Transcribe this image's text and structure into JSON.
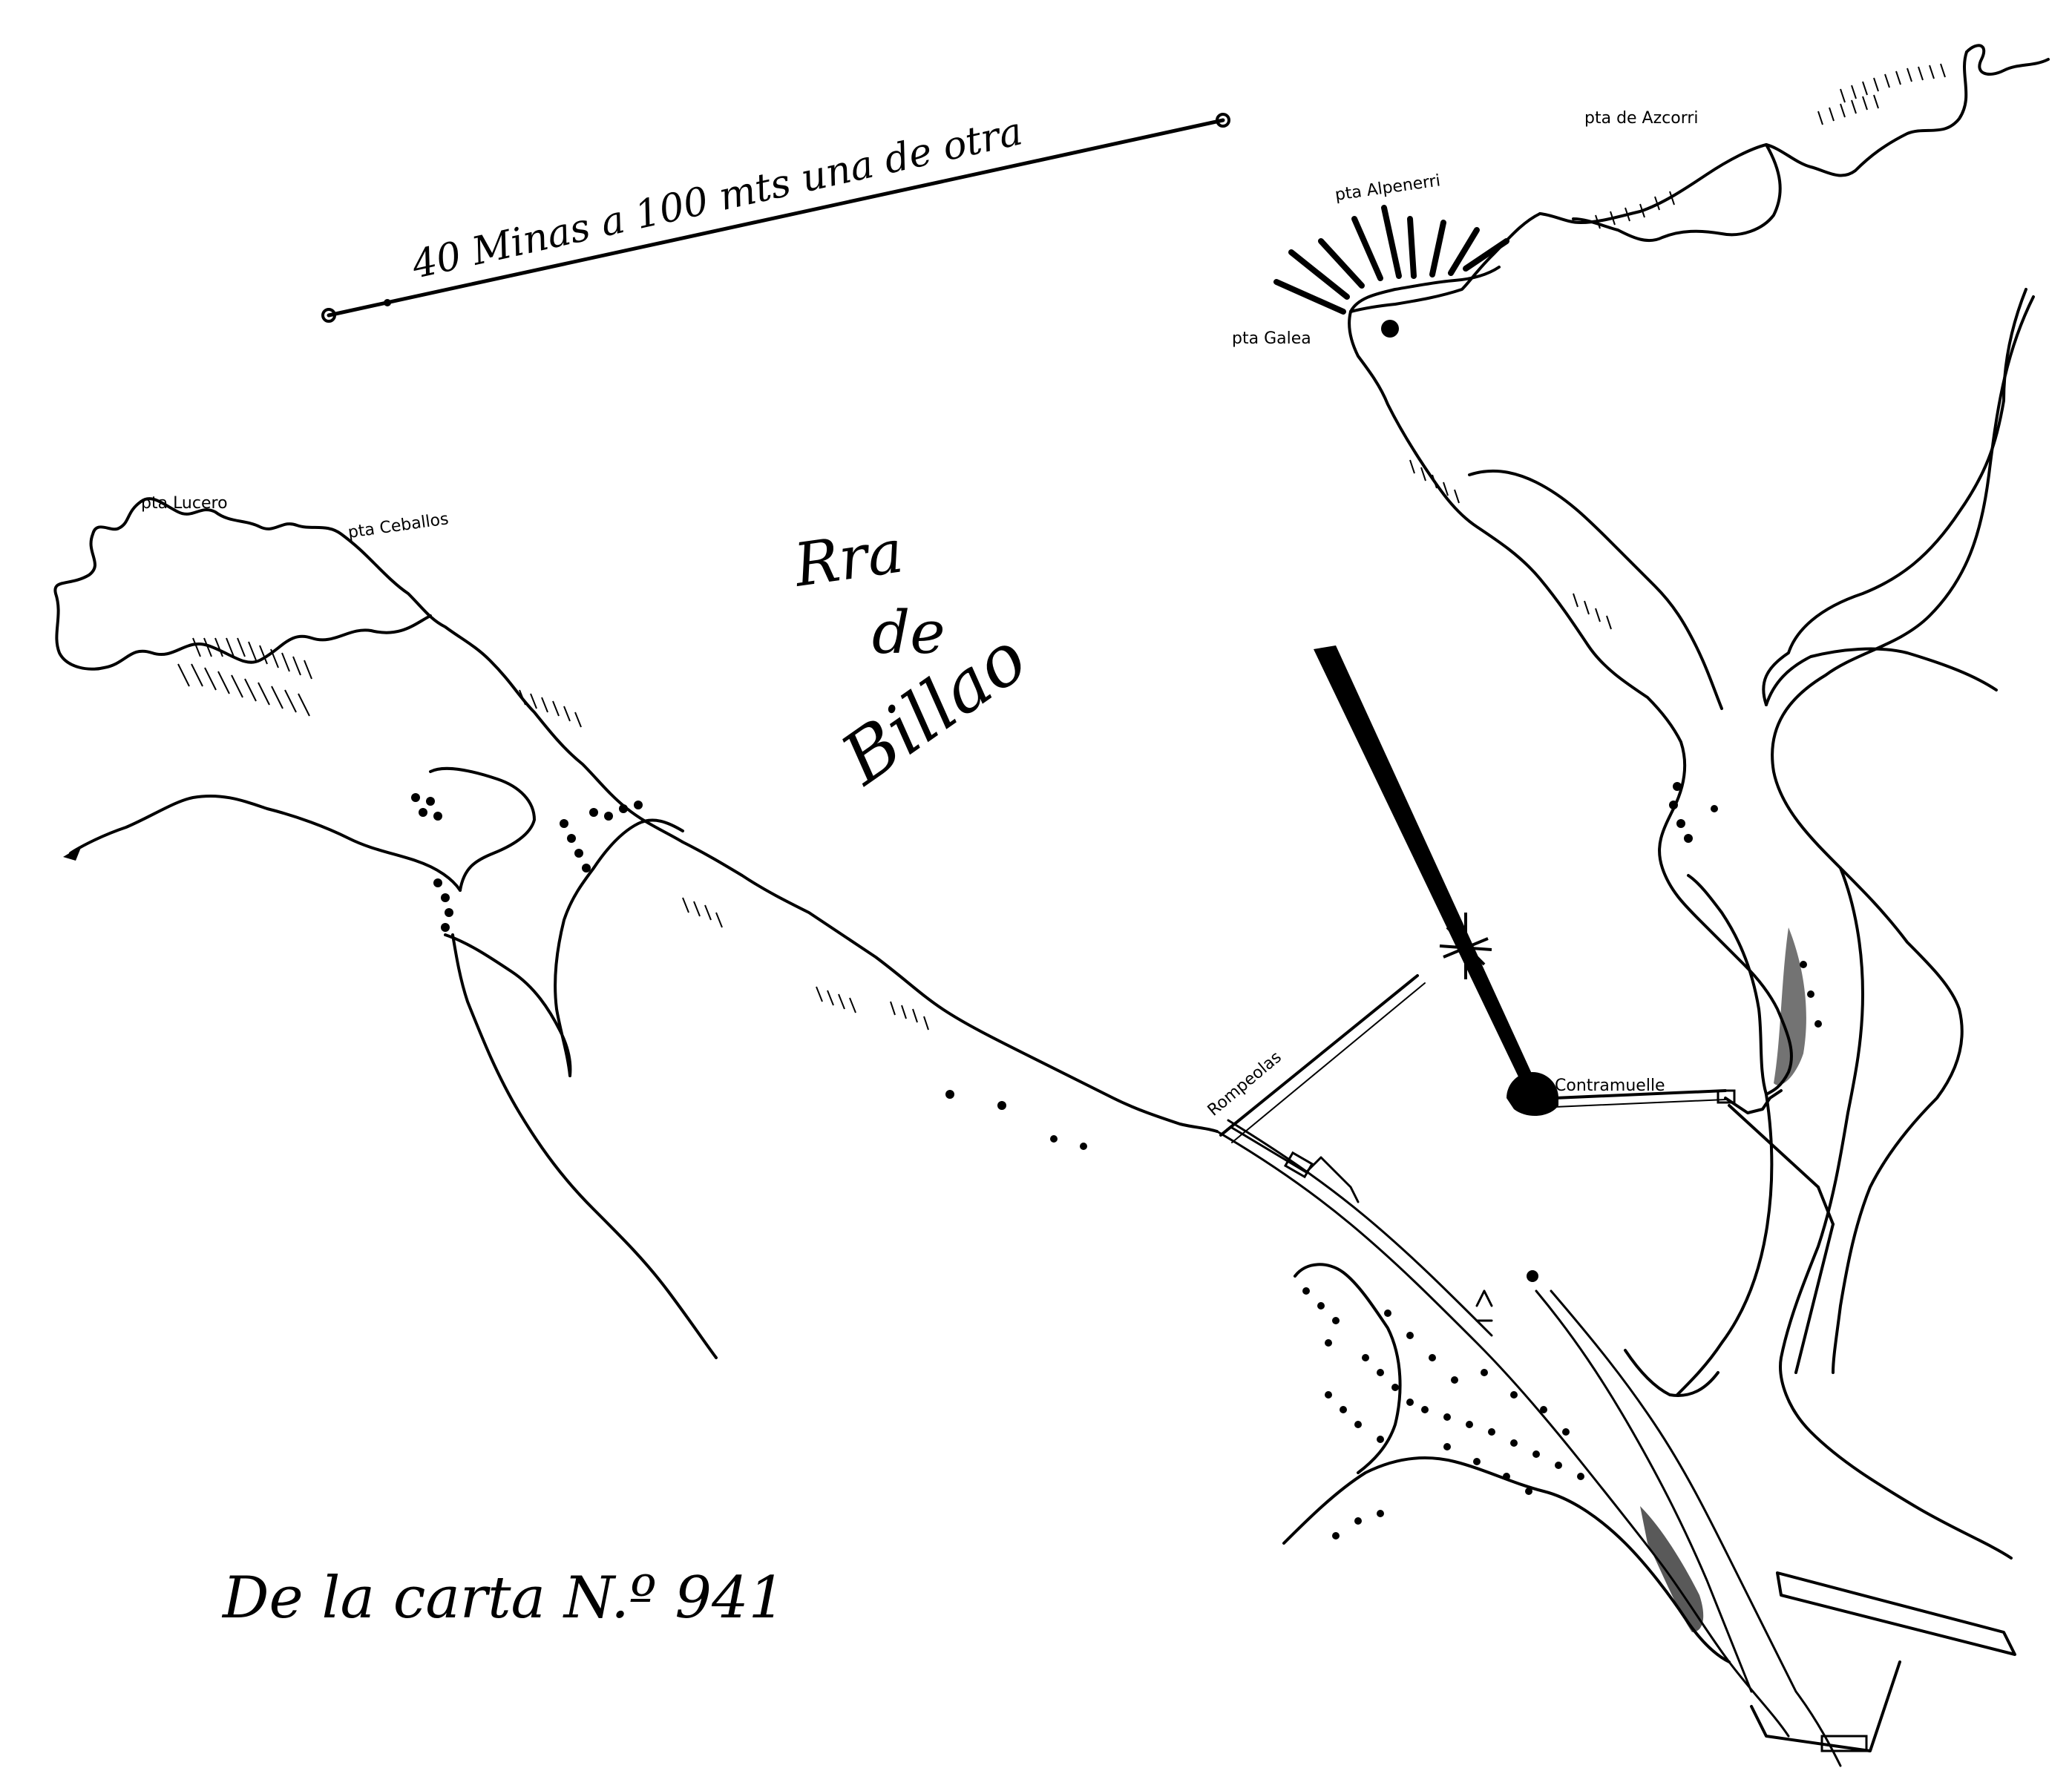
{
  "scale_bar": {
    "label": "40 Minas a 100 mts una de otra"
  },
  "sea_label": {
    "lines": [
      "Rra",
      "de",
      "Billao"
    ]
  },
  "places": {
    "azcorri": "pta de Azcorri",
    "alpenerri": "pta Alpenerri",
    "galea": "pta Galea",
    "lucero": "pta Lucero",
    "ceballos": "pta Ceballos"
  },
  "structures": {
    "rompeolas": "Rompeolas",
    "contramuelle": "Contramuelle"
  },
  "caption": "De la carta N.º 941",
  "colors": {
    "ink": "#000000",
    "paper": "#ffffff"
  }
}
